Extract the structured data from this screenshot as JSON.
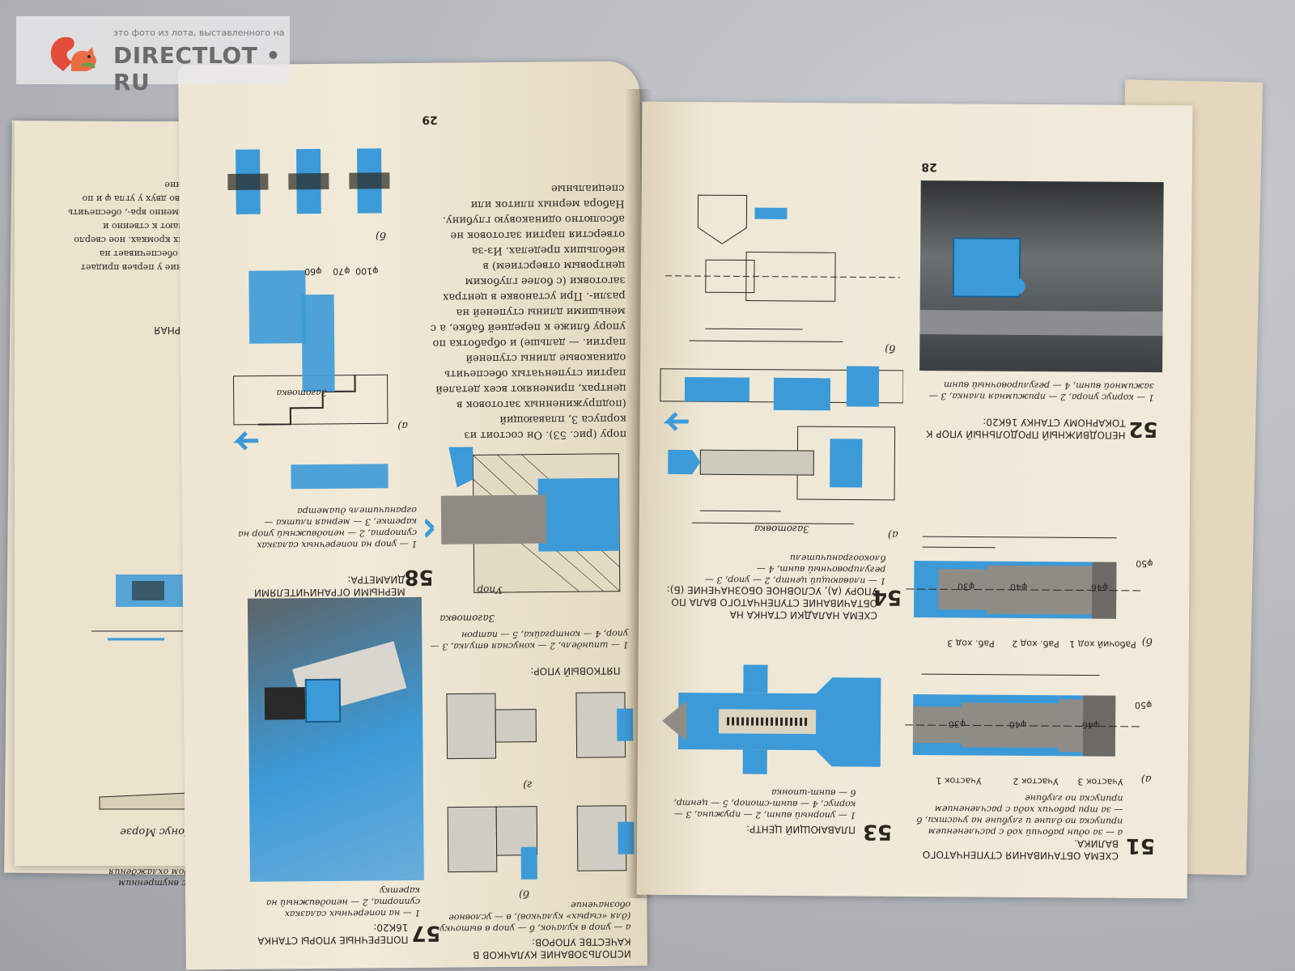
{
  "watermark": {
    "caption": "это фото из лота, выставленного на",
    "logo_text": "DIRECTLOT • RU",
    "logo_icon": "squirrel-icon"
  },
  "colors": {
    "accent_blue": "#3c9ad8",
    "paper": "#efe8d6",
    "ink": "#2a2520",
    "table": "#b9bcc0"
  },
  "right_page": {
    "page_number": "28",
    "fig51": {
      "number": "51",
      "title": "СХЕМА ОБТАЧИВАНИЯ СТУПЕНЧАТОГО ВАЛИКА.",
      "legend": "а — за один рабочий ход с расчленением припуска по длине и глубине на участки, б — за три рабочих хода с расчленением припуска по глубине",
      "sub_a": "а)",
      "sub_b": "б)",
      "labels_a": [
        "Участок 1",
        "Участок 2",
        "Участок 3"
      ],
      "labels_b": [
        "Рабочий ход 1",
        "Раб. ход 2",
        "Раб. ход 3"
      ],
      "dims": [
        "φ50",
        "φ46",
        "φ40",
        "φ30"
      ]
    },
    "fig52": {
      "number": "52",
      "title": "НЕПОДВИЖНЫЙ ПРОДОЛЬНЫЙ УПОР К ТОКАРНОМУ СТАНКУ 16К20:",
      "legend": "1 — корпус упора, 2 — прижимная планка, 3 — зажимной винт, 4 — регулировочный винт"
    },
    "fig53": {
      "number": "53",
      "title": "ПЛАВАЮЩИЙ ЦЕНТР:",
      "legend": "1 — упорный винт, 2 — пружина, 3 — корпус, 4 — винт-стопор, 5 — центр, 6 — винт-шпонка"
    },
    "fig54": {
      "number": "54",
      "title": "СХЕМА НАЛАДКИ СТАНКА НА ОБТАЧИВАНИЕ СТУПЕНЧАТОГО ВАЛА ПО УПОРУ (а), УСЛОВНОЕ ОБОЗНАЧЕНИЕ (б):",
      "legend": "1 — плавающий центр, 2 — упор, 3 — регулировочный винт, 4 — блокоограничители",
      "workpiece": "Заготовка",
      "sub_a": "а)",
      "sub_b": "б)"
    }
  },
  "left_page": {
    "page_number": "29",
    "body": "пору (рис. 53). Он состоит из корпуса 3, плавающий (подпружиненных заготовок в центрах, применяют всех деталей партии ступенчатых обеспечить одинаковые длины ступеней партии. — дальше) и обработка по упору ближе к передней бабке, а с меньшими длины ступеней на разли-. При установке в центрах заготовки (с более глубоким центровым отверстием) в небольших пределах. Из-за отверстия партии заготовок не абсолютно одинаковую глубину. Набора мерных плиток или специальные",
    "fig57": {
      "number": "57",
      "title": "ПОПЕРЕЧНЫЕ УПОРЫ СТАНКА 16К20:",
      "legend": "1 — на поперечных салазках суппорта, 2 — неподвижный на каретку"
    },
    "fig58": {
      "number": "58",
      "title": "СХЕМА ОБРАБОТКИ СТУПЕНЧАТОГО ВАЛИКА ПО ПОПЕРЕЧНОМУ УПОРУ С МЕРНЫМИ ОГРАНИЧИТЕЛЯМИ ДИАМЕТРА:",
      "legend": "1 — упор на поперечных салазках суппорта, 2 — неподвижный упор на каретке, 3 — мерная плитка — ограничитель диаметра",
      "dims": [
        "φ100",
        "φ70",
        "φ60"
      ],
      "workpiece": "Заготовка",
      "sub_a": "а)",
      "sub_b": "б)"
    },
    "fig_upor": {
      "title": "ПЯТКОВЫЙ УПОР:",
      "legend": "1 — шпиндель, 2 — конусная втулка, 3 — упор, 4 — контргайка, 5 — патрон",
      "label_upor": "Упор",
      "label_workpiece": "Заготовка"
    },
    "fig_kulachki": {
      "title": "ИСПОЛЬЗОВАНИЕ КУЛАЧКОВ В КАЧЕСТВЕ УПОРОВ:",
      "legend": "а — упор в кулачок, б — упор в выточку (для «сырых» кулачков), в — условное обозначение",
      "sub_b": "б)",
      "sub_g": "г)"
    }
  },
  "left_leaf": {
    "heading": "ционарная",
    "body": "утолщение у перьев придает по-, что обеспечивает на режущих кромках. ное сверло прижимают к ственно и одновременно вра-, обеспечить равенство двух у угла φ и по всей длине",
    "fig_label": "Конус Морзе",
    "legend": "ников с внутренним подводом охлаждения"
  }
}
